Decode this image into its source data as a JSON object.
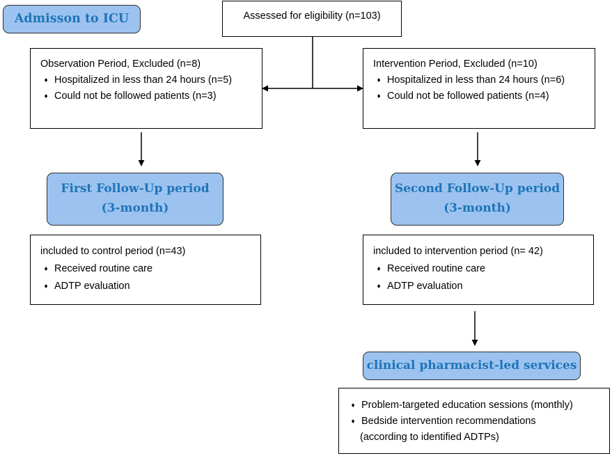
{
  "admission": "Admisson to ICU",
  "assessed": "Assessed for eligibility (n=103)",
  "observation_excluded": {
    "title": "Observation Period, Excluded  (n=8)",
    "items": [
      "Hospitalized in less than 24 hours (n=5)",
      "Could not be followed patients (n=3)"
    ]
  },
  "intervention_excluded": {
    "title": "Intervention Period, Excluded  (n=10)",
    "items": [
      "Hospitalized in less than 24 hours (n=6)",
      "Could not be followed patients (n=4)"
    ]
  },
  "first_followup": {
    "line1": "First Follow-Up period",
    "line2": "(3-month)"
  },
  "second_followup": {
    "line1": "Second Follow-Up period",
    "line2": "(3-month)"
  },
  "control_included": {
    "title": "included to control period (n=43)",
    "items": [
      "Received routine care",
      "ADTP evaluation"
    ]
  },
  "intervention_included": {
    "title": "included to intervention period (n= 42)",
    "items": [
      "Received routine care",
      "ADTP evaluation"
    ]
  },
  "pharmacist_services": "clinical pharmacist-led services",
  "services": {
    "items": [
      "Problem-targeted education sessions (monthly)",
      "Bedside intervention recommendations"
    ],
    "note": "(according to identified ADTPs)"
  }
}
